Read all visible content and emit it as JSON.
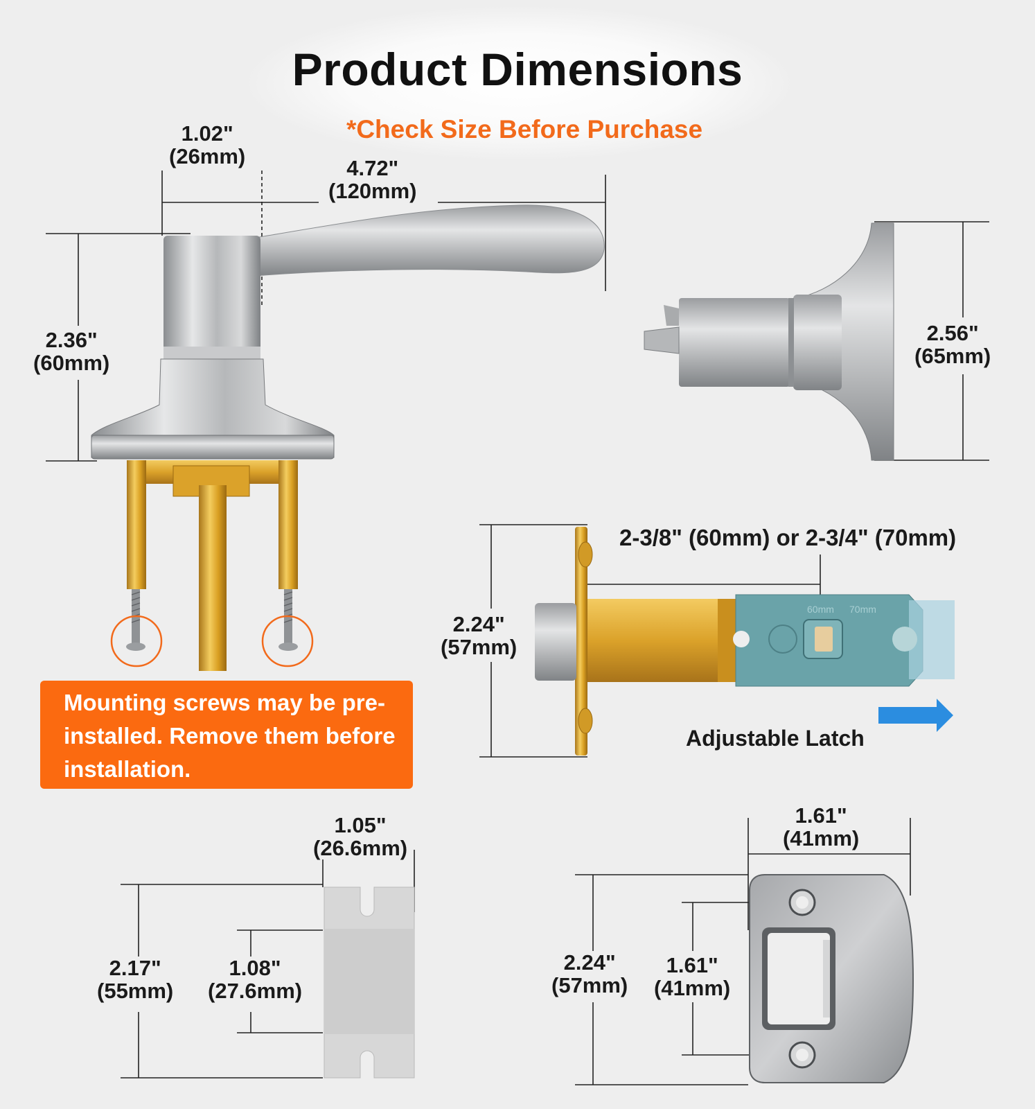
{
  "header": {
    "title": "Product Dimensions",
    "subtitle": "*Check Size Before Purchase"
  },
  "lever": {
    "width_label": [
      "1.02\"",
      "(26mm)"
    ],
    "length_label": [
      "4.72\"",
      "(120mm)"
    ],
    "height_label": [
      "2.36\"",
      "(60mm)"
    ]
  },
  "side_view": {
    "rose_label": [
      "2.56\"",
      "(65mm)"
    ]
  },
  "latch": {
    "backset_label": "2-3/8\" (60mm) or 2-3/4\" (70mm)",
    "faceplate_label": [
      "2.24\"",
      "(57mm)"
    ],
    "caption": "Adjustable Latch",
    "markings": [
      "60mm",
      "70mm"
    ]
  },
  "note": {
    "text": "Mounting screws may be pre-installed. Remove them before installation."
  },
  "plate": {
    "width_label": [
      "1.05\"",
      "(26.6mm)"
    ],
    "height_label": [
      "2.17\"",
      "(55mm)"
    ],
    "inner_label": [
      "1.08\"",
      "(27.6mm)"
    ]
  },
  "strike": {
    "width_label": [
      "1.61\"",
      "(41mm)"
    ],
    "height_label": [
      "2.24\"",
      "(57mm)"
    ],
    "holes_label": [
      "1.61\"",
      "(41mm)"
    ]
  },
  "colors": {
    "accent_orange": "#fb6a10",
    "subtitle_orange": "#f26a1b",
    "arrow_blue": "#2b8de0",
    "latch_teal": "#6aa3a9",
    "brass": "#e0a829"
  }
}
